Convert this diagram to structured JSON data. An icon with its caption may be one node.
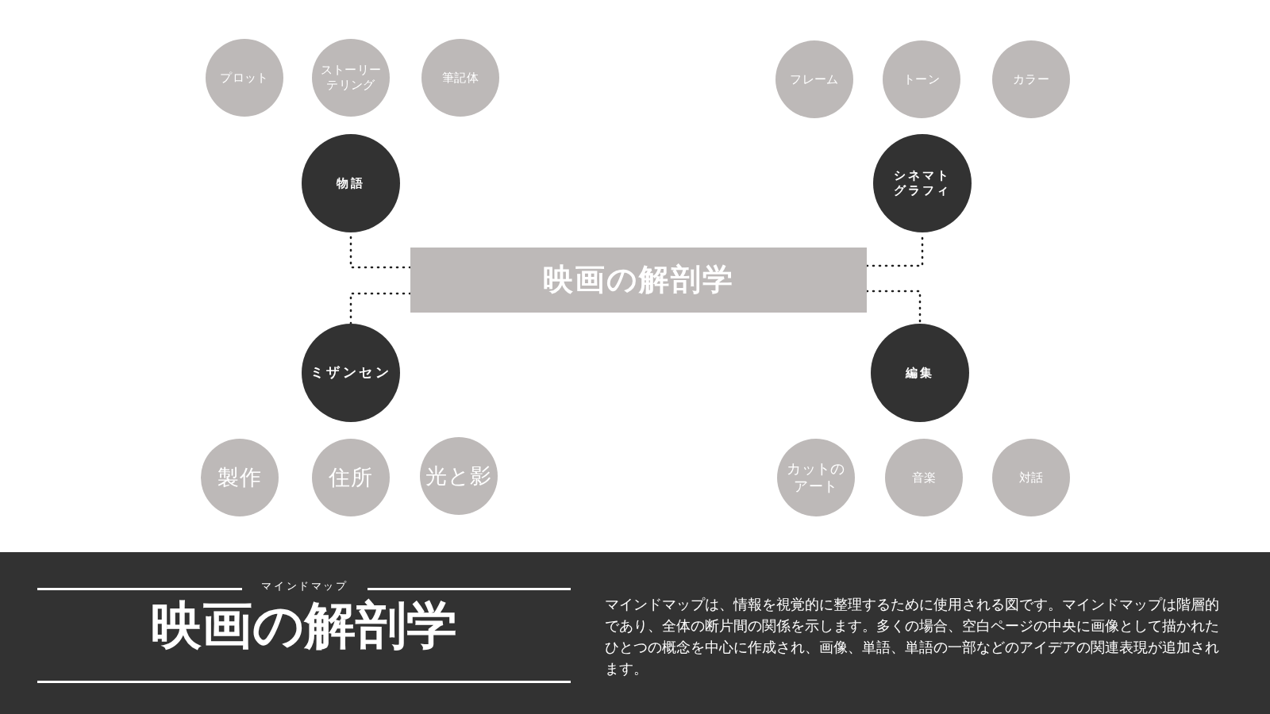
{
  "diagram": {
    "title": "映画の解剖学",
    "nodes": [
      {
        "text": [
          "映画の解剖学"
        ]
      },
      {
        "text": [
          "物語"
        ]
      },
      {
        "text": [
          "シネマトグラフィ"
        ]
      },
      {
        "text": [
          "ミザンセン"
        ]
      },
      {
        "text": [
          "編集"
        ]
      },
      {
        "text": [
          "プロット"
        ]
      },
      {
        "text": [
          "ストーリーテリング"
        ]
      },
      {
        "text": [
          "筆記体"
        ]
      },
      {
        "text": [
          "フレーム"
        ]
      },
      {
        "text": [
          "トーン"
        ]
      },
      {
        "text": [
          "カラー"
        ]
      },
      {
        "text": [
          "製作"
        ]
      },
      {
        "text": [
          "住所"
        ]
      },
      {
        "text": [
          "光と影"
        ]
      },
      {
        "text": [
          "カットのアート"
        ]
      },
      {
        "text": [
          "音楽"
        ]
      },
      {
        "text": [
          "対話"
        ]
      }
    ],
    "edges": [
      {
        "from": 0,
        "to": 1,
        "arrow": "none",
        "style": "dashed"
      },
      {
        "from": 0,
        "to": 2,
        "arrow": "none",
        "style": "dashed"
      },
      {
        "from": 0,
        "to": 3,
        "arrow": "none",
        "style": "dashed"
      },
      {
        "from": 0,
        "to": 4,
        "arrow": "none",
        "style": "dashed"
      }
    ],
    "labels": [
      "マインドマップ",
      "マインドマップは、情報を視覚的に整理するために使用される図です。マインドマップは階層的であり、全体の断片間の関係を示します。多くの場合、空白ページの中央に画像として描かれたひとつの概念を中心に作成され、画像、単語、単語の一部などのアイデアの関連表現が追加されます。"
    ]
  }
}
